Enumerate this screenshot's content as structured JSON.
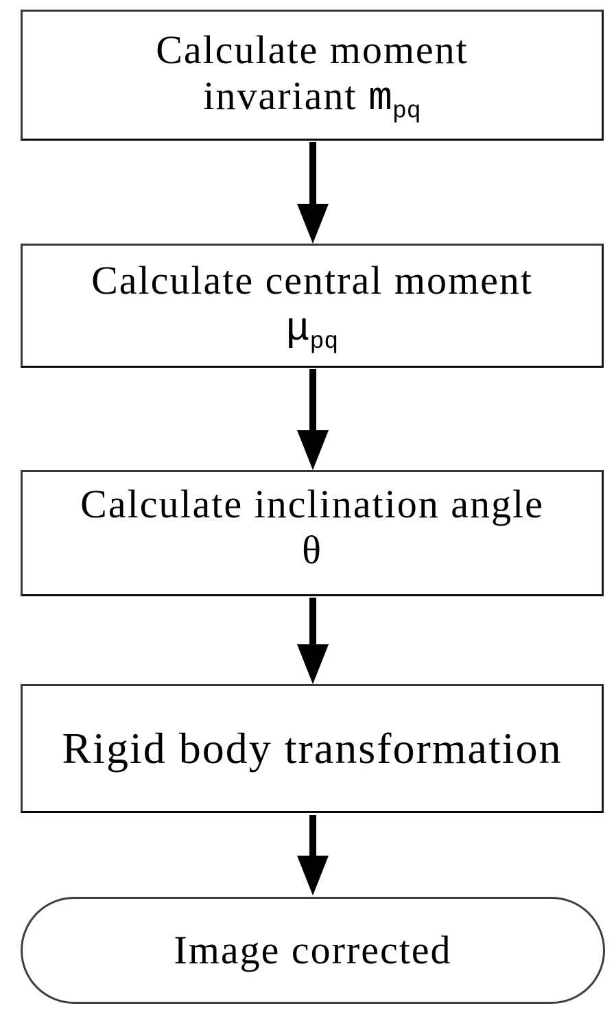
{
  "diagram": {
    "type": "flowchart",
    "background_color": "#ffffff",
    "border_color": "#383838",
    "arrow_color": "#000000",
    "nodes": [
      {
        "id": "calc-moment-invariant",
        "shape": "rectangle",
        "line1": "Calculate moment",
        "line2_prefix": "invariant ",
        "symbol": "m",
        "subscript": "pq"
      },
      {
        "id": "calc-central-moment",
        "shape": "rectangle",
        "line1": "Calculate central moment",
        "symbol": "μ",
        "subscript": "pq"
      },
      {
        "id": "calc-inclination-angle",
        "shape": "rectangle",
        "line1": "Calculate inclination angle",
        "symbol": "θ"
      },
      {
        "id": "rigid-body-transformation",
        "shape": "rectangle",
        "line1": "Rigid body transformation"
      },
      {
        "id": "image-corrected",
        "shape": "terminator",
        "line1": "Image corrected"
      }
    ],
    "edges": [
      {
        "from": "calc-moment-invariant",
        "to": "calc-central-moment",
        "style": "thick-down-arrow"
      },
      {
        "from": "calc-central-moment",
        "to": "calc-inclination-angle",
        "style": "thick-down-arrow"
      },
      {
        "from": "calc-inclination-angle",
        "to": "rigid-body-transformation",
        "style": "thick-down-arrow"
      },
      {
        "from": "rigid-body-transformation",
        "to": "image-corrected",
        "style": "thick-down-arrow"
      }
    ]
  }
}
